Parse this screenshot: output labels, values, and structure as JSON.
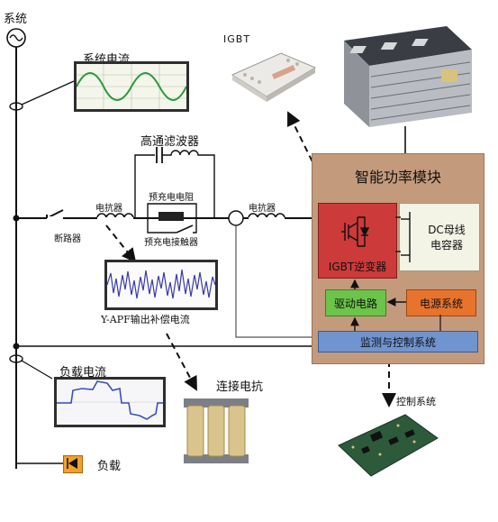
{
  "labels": {
    "system": "系统",
    "system_current": "系统电流",
    "igbt_top": "IGBT",
    "high_pass_filter": "高通滤波器",
    "breaker": "断路器",
    "reactor_left": "电抗器",
    "precharge_resistor": "预充电电阻",
    "precharge_contactor": "预充电接触器",
    "reactor_right": "电抗器",
    "apf_output_current": "Y-APF输出补偿电流",
    "load_current": "负载电流",
    "connecting_reactor": "连接电抗",
    "load": "负载",
    "control_system": "控制系统"
  },
  "module": {
    "title": "智能功率模块",
    "dc_bus_capacitor": "DC母线\n电容器",
    "igbt_inverter": "IGBT逆变器",
    "drive_circuit": "驱动电路",
    "power_system": "电源系统",
    "monitor_control": "监测与控制系统"
  },
  "colors": {
    "module_bg": "#c49a7c",
    "inverter": "#cc3a3a",
    "dc_box": "#f3f4e6",
    "drive": "#6cc44a",
    "power": "#e8732c",
    "monitor": "#6f94cf",
    "load_block": "#f2a02a"
  }
}
